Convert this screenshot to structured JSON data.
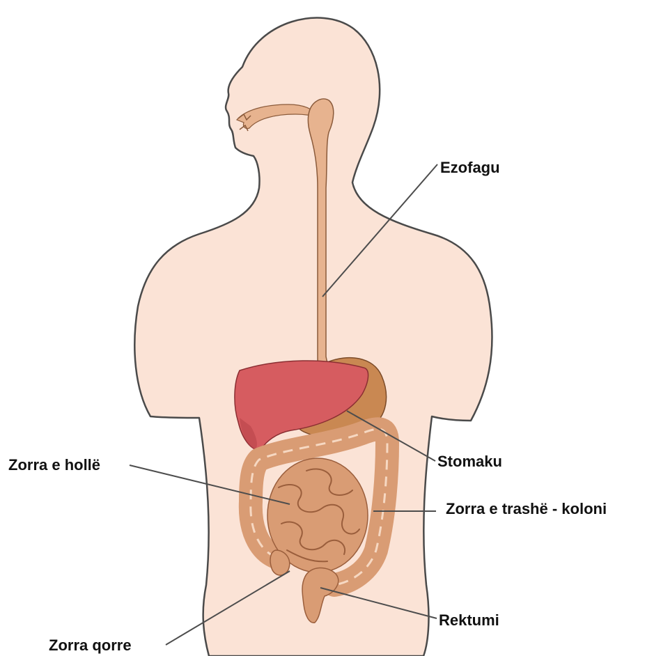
{
  "labels": {
    "esophagus": "Ezofagu",
    "stomach": "Stomaku",
    "small_intestine": "Zorra e hollë",
    "large_intestine": "Zorra e trashë - koloni",
    "rectum": "Rektumi",
    "cecum": "Zorra qorre"
  },
  "colors": {
    "skin": "#fbe3d6",
    "skin_outline": "#4a4a4a",
    "esophagus": "#e7b38f",
    "liver": "#d65c60",
    "stomach": "#c98852",
    "intestine": "#d99c74",
    "leader_line": "#4d4d4d"
  }
}
